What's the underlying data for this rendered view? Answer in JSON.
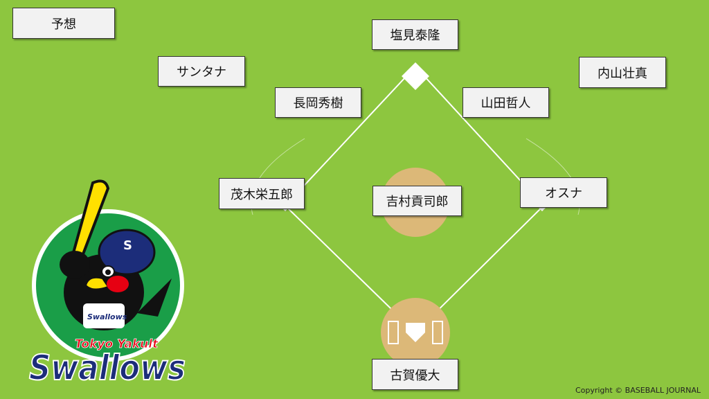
{
  "title": "予想",
  "team_logo": {
    "line1": "Tokyo Yakult",
    "line2": "Swallows",
    "cap_mark": "S",
    "uniform_text": "Swallows",
    "colors": {
      "green": "#1a9e48",
      "navy": "#1c2d7a",
      "red": "#e60012",
      "yellow": "#ffe000",
      "white": "#ffffff"
    }
  },
  "positions": {
    "catcher": "古賀優大",
    "pitcher": "吉村貢司郎",
    "first_base": "オスナ",
    "second_base": "山田哲人",
    "third_base": "茂木栄五郎",
    "shortstop": "長岡秀樹",
    "left_field": "サンタナ",
    "center_field": "塩見泰隆",
    "right_field": "内山壮真"
  },
  "copyright": "Copyright © BASEBALL JOURNAL",
  "colors": {
    "field": "#8dc63f",
    "dirt": "#dcb878",
    "line": "#ffffff",
    "box_fill": "#f2f2f2",
    "box_border": "#333333"
  }
}
